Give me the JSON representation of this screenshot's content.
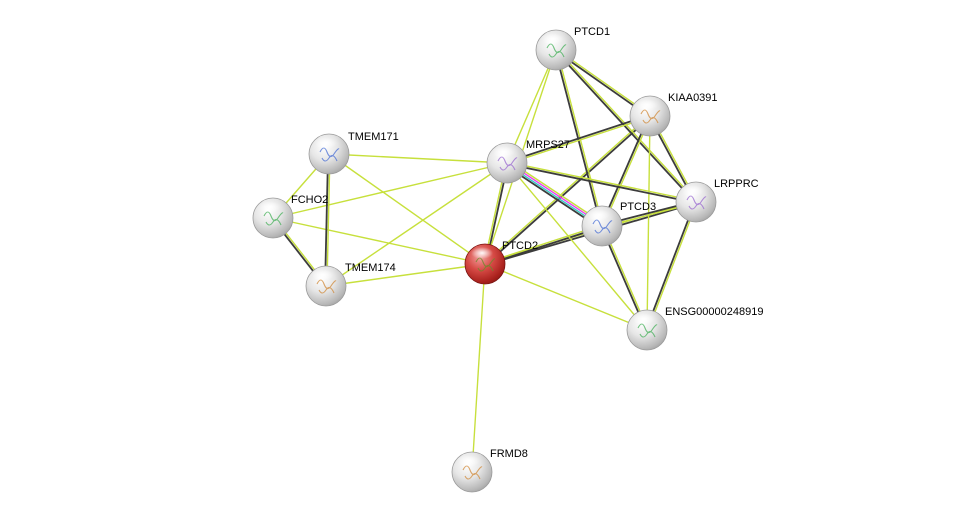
{
  "network": {
    "colors": {
      "textmining": "#c7e03c",
      "experiments": "#ef40ef",
      "databases": "#36c8c8",
      "coexpression": "#3c3c3c",
      "query_node": "#c8302f",
      "node": "#d8d8d8"
    },
    "nodes": [
      {
        "id": "PTCD2",
        "label": "PTCD2",
        "query": true
      },
      {
        "id": "PTCD1",
        "label": "PTCD1"
      },
      {
        "id": "KIAA0391",
        "label": "KIAA0391"
      },
      {
        "id": "MRPS27",
        "label": "MRPS27"
      },
      {
        "id": "TMEM171",
        "label": "TMEM171"
      },
      {
        "id": "FCHO2",
        "label": "FCHO2"
      },
      {
        "id": "TMEM174",
        "label": "TMEM174"
      },
      {
        "id": "LRPPRC",
        "label": "LRPPRC"
      },
      {
        "id": "PTCD3",
        "label": "PTCD3"
      },
      {
        "id": "ENSG00000248919",
        "label": "ENSG00000248919"
      },
      {
        "id": "FRMD8",
        "label": "FRMD8"
      }
    ],
    "edges": [
      {
        "source": "PTCD2",
        "target": "MRPS27",
        "evidence": [
          "textmining",
          "coexpression"
        ]
      },
      {
        "source": "PTCD2",
        "target": "PTCD1",
        "evidence": [
          "textmining"
        ]
      },
      {
        "source": "PTCD2",
        "target": "KIAA0391",
        "evidence": [
          "textmining",
          "coexpression"
        ]
      },
      {
        "source": "PTCD2",
        "target": "LRPPRC",
        "evidence": [
          "textmining",
          "coexpression"
        ]
      },
      {
        "source": "PTCD2",
        "target": "PTCD3",
        "evidence": [
          "textmining",
          "coexpression"
        ]
      },
      {
        "source": "PTCD2",
        "target": "ENSG00000248919",
        "evidence": [
          "textmining"
        ]
      },
      {
        "source": "PTCD2",
        "target": "FRMD8",
        "evidence": [
          "textmining"
        ]
      },
      {
        "source": "PTCD2",
        "target": "TMEM171",
        "evidence": [
          "textmining"
        ]
      },
      {
        "source": "PTCD2",
        "target": "TMEM174",
        "evidence": [
          "textmining"
        ]
      },
      {
        "source": "PTCD2",
        "target": "FCHO2",
        "evidence": [
          "textmining"
        ]
      },
      {
        "source": "PTCD1",
        "target": "MRPS27",
        "evidence": [
          "textmining"
        ]
      },
      {
        "source": "PTCD1",
        "target": "KIAA0391",
        "evidence": [
          "textmining",
          "coexpression"
        ]
      },
      {
        "source": "PTCD1",
        "target": "LRPPRC",
        "evidence": [
          "textmining",
          "coexpression"
        ]
      },
      {
        "source": "PTCD1",
        "target": "PTCD3",
        "evidence": [
          "textmining",
          "coexpression"
        ]
      },
      {
        "source": "KIAA0391",
        "target": "MRPS27",
        "evidence": [
          "textmining",
          "coexpression"
        ]
      },
      {
        "source": "KIAA0391",
        "target": "LRPPRC",
        "evidence": [
          "textmining",
          "coexpression"
        ]
      },
      {
        "source": "KIAA0391",
        "target": "PTCD3",
        "evidence": [
          "textmining",
          "coexpression"
        ]
      },
      {
        "source": "KIAA0391",
        "target": "ENSG00000248919",
        "evidence": [
          "textmining"
        ]
      },
      {
        "source": "MRPS27",
        "target": "PTCD3",
        "evidence": [
          "textmining",
          "experiments",
          "databases",
          "coexpression"
        ]
      },
      {
        "source": "MRPS27",
        "target": "LRPPRC",
        "evidence": [
          "textmining",
          "coexpression"
        ]
      },
      {
        "source": "MRPS27",
        "target": "ENSG00000248919",
        "evidence": [
          "textmining"
        ]
      },
      {
        "source": "MRPS27",
        "target": "TMEM171",
        "evidence": [
          "textmining"
        ]
      },
      {
        "source": "MRPS27",
        "target": "FCHO2",
        "evidence": [
          "textmining"
        ]
      },
      {
        "source": "MRPS27",
        "target": "TMEM174",
        "evidence": [
          "textmining"
        ]
      },
      {
        "source": "LRPPRC",
        "target": "PTCD3",
        "evidence": [
          "textmining",
          "coexpression"
        ]
      },
      {
        "source": "LRPPRC",
        "target": "ENSG00000248919",
        "evidence": [
          "textmining",
          "coexpression"
        ]
      },
      {
        "source": "PTCD3",
        "target": "ENSG00000248919",
        "evidence": [
          "textmining",
          "coexpression"
        ]
      },
      {
        "source": "FCHO2",
        "target": "TMEM171",
        "evidence": [
          "textmining"
        ]
      },
      {
        "source": "FCHO2",
        "target": "TMEM174",
        "evidence": [
          "textmining",
          "coexpression"
        ]
      },
      {
        "source": "TMEM171",
        "target": "TMEM174",
        "evidence": [
          "textmining",
          "coexpression"
        ]
      }
    ]
  }
}
